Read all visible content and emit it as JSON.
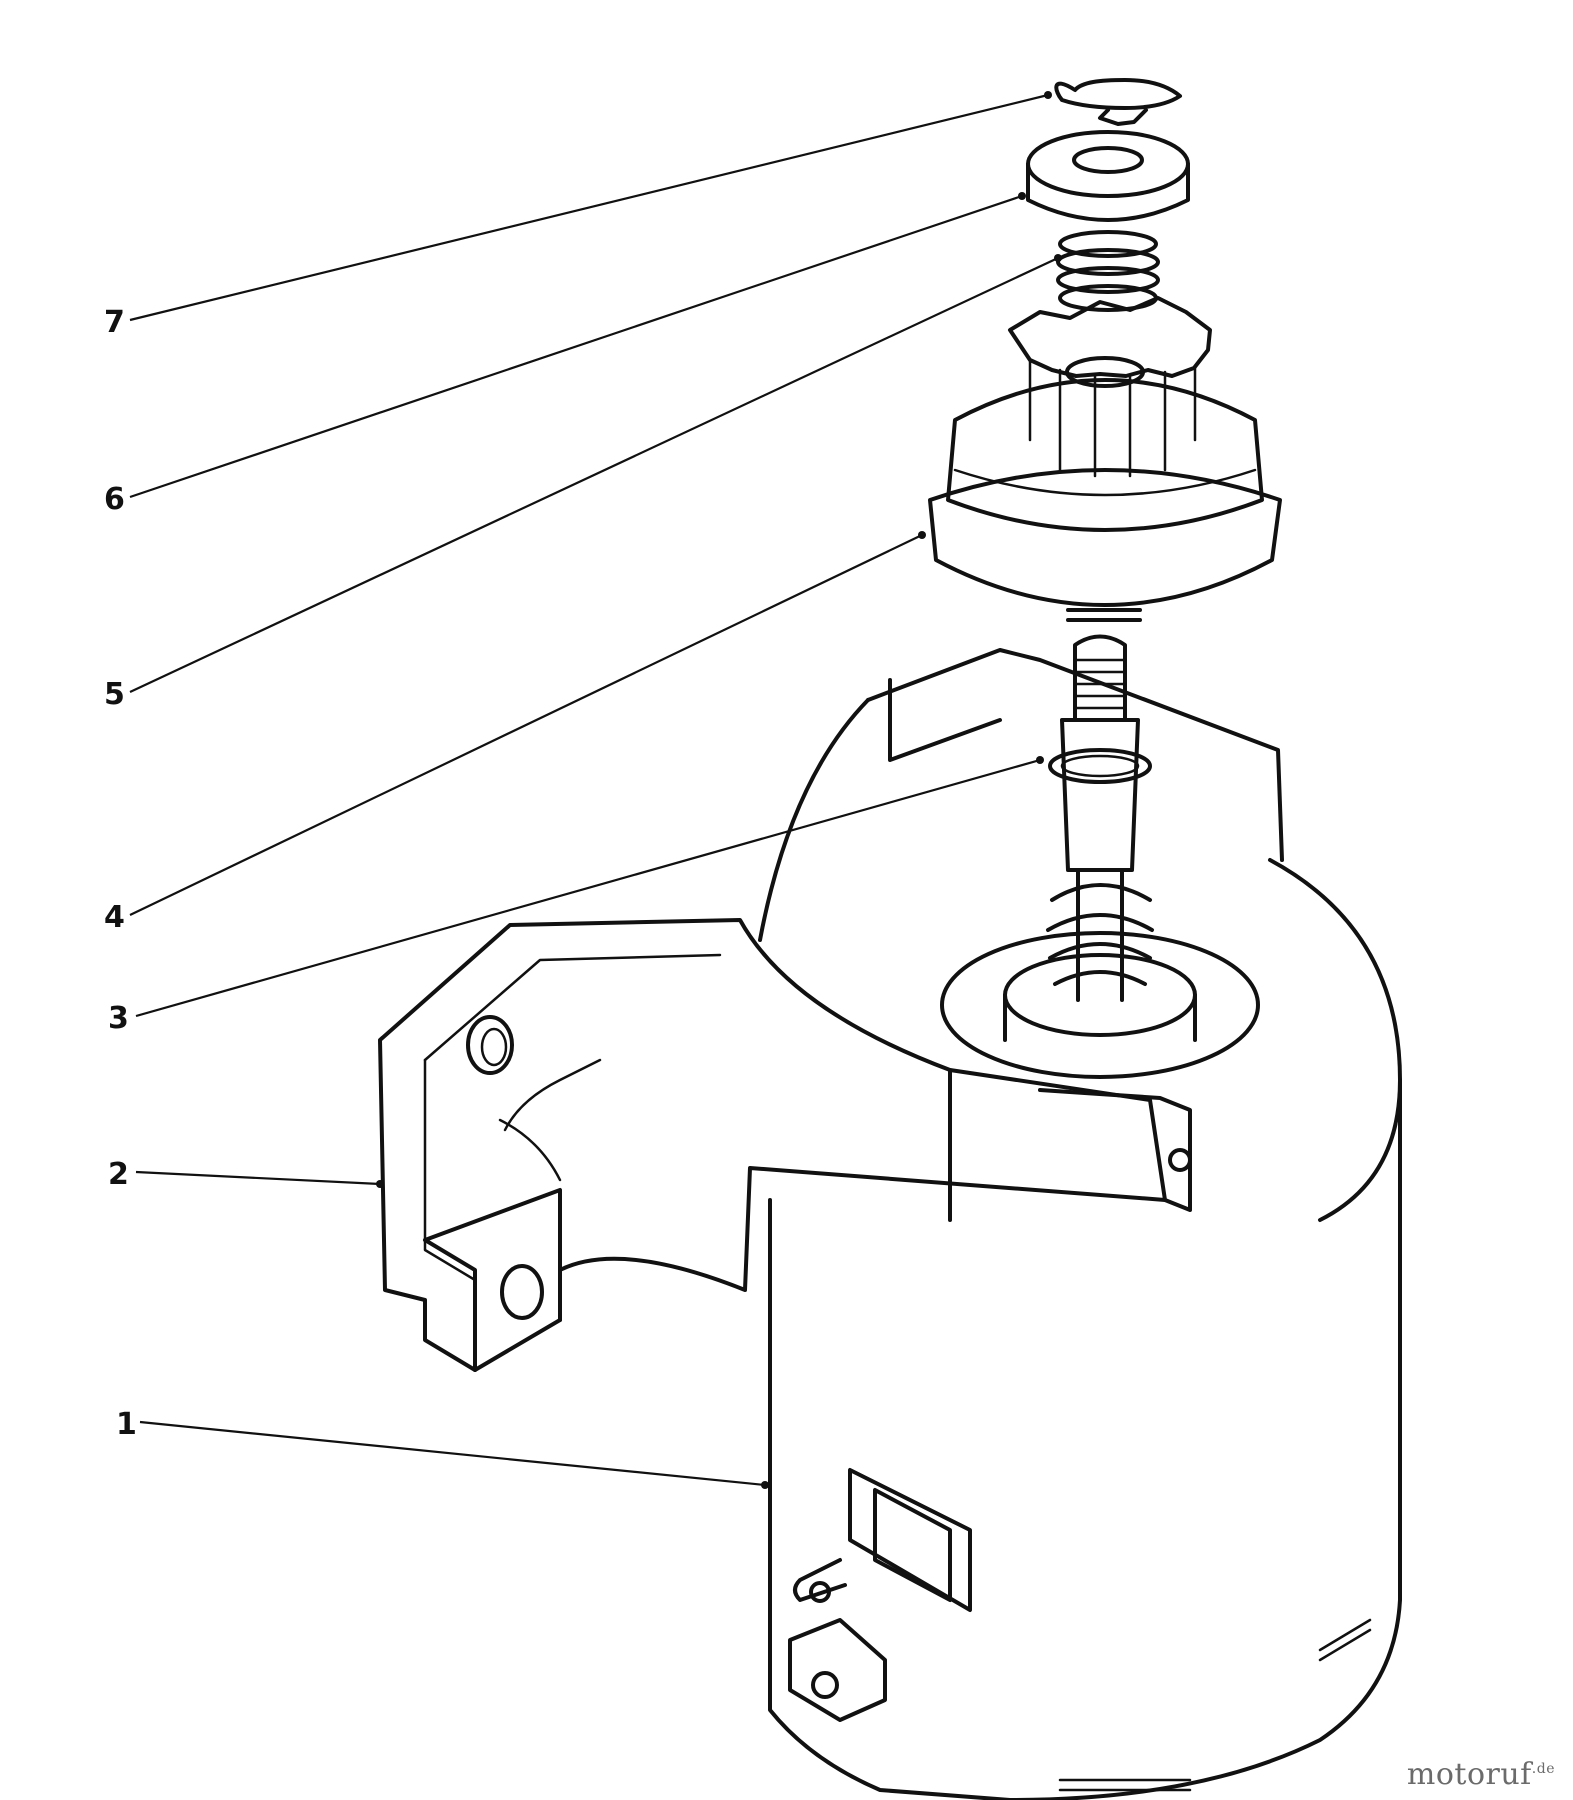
{
  "diagram": {
    "callouts": [
      {
        "number": "7",
        "part": "retaining-ring"
      },
      {
        "number": "6",
        "part": "stop-nut"
      },
      {
        "number": "5",
        "part": "spring"
      },
      {
        "number": "4",
        "part": "pinion-gear"
      },
      {
        "number": "3",
        "part": "thrust-washer"
      },
      {
        "number": "2",
        "part": "mounting-bracket"
      },
      {
        "number": "1",
        "part": "starter-motor"
      }
    ]
  },
  "watermark": {
    "brand": "motoruf",
    "suffix": ".de"
  }
}
